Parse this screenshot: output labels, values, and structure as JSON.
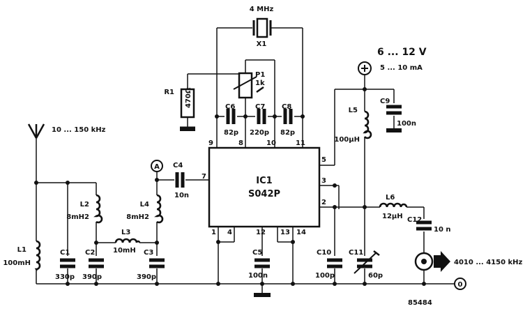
{
  "supply": {
    "voltage": "6 ... 12 V",
    "current": "5 ... 10 mA"
  },
  "antenna": {
    "band": "10 ... 150 kHz"
  },
  "output": {
    "band": "4010 ... 4150 kHz"
  },
  "figure_number": "85484",
  "test_point": "A",
  "ground_terminal": "0",
  "ic": {
    "ref": "IC1",
    "part": "S042P",
    "pins": [
      "1",
      "2",
      "3",
      "4",
      "5",
      "7",
      "8",
      "9",
      "10",
      "11",
      "12",
      "13",
      "14"
    ]
  },
  "crystal": {
    "ref": "X1",
    "value": "4 MHz"
  },
  "components": {
    "L1": {
      "ref": "L1",
      "value": "100mH"
    },
    "L2": {
      "ref": "L2",
      "value": "8mH2"
    },
    "L3": {
      "ref": "L3",
      "value": "10mH"
    },
    "L4": {
      "ref": "L4",
      "value": "8mH2"
    },
    "L5": {
      "ref": "L5",
      "value": "100µH"
    },
    "L6": {
      "ref": "L6",
      "value": "12µH"
    },
    "C1": {
      "ref": "C1",
      "value": "330p"
    },
    "C2": {
      "ref": "C2",
      "value": "390p"
    },
    "C3": {
      "ref": "C3",
      "value": "390p"
    },
    "C4": {
      "ref": "C4",
      "value": "10n"
    },
    "C5": {
      "ref": "C5",
      "value": "100n"
    },
    "C6": {
      "ref": "C6",
      "value": "82p"
    },
    "C7": {
      "ref": "C7",
      "value": "220p"
    },
    "C8": {
      "ref": "C8",
      "value": "82p"
    },
    "C9": {
      "ref": "C9",
      "value": "100n"
    },
    "C10": {
      "ref": "C10",
      "value": "100p"
    },
    "C11": {
      "ref": "C11",
      "value": "60p"
    },
    "C12": {
      "ref": "C12",
      "value": "10 n"
    },
    "R1": {
      "ref": "R1",
      "value": "470Ω"
    },
    "P1": {
      "ref": "P1",
      "value": "1k"
    }
  }
}
